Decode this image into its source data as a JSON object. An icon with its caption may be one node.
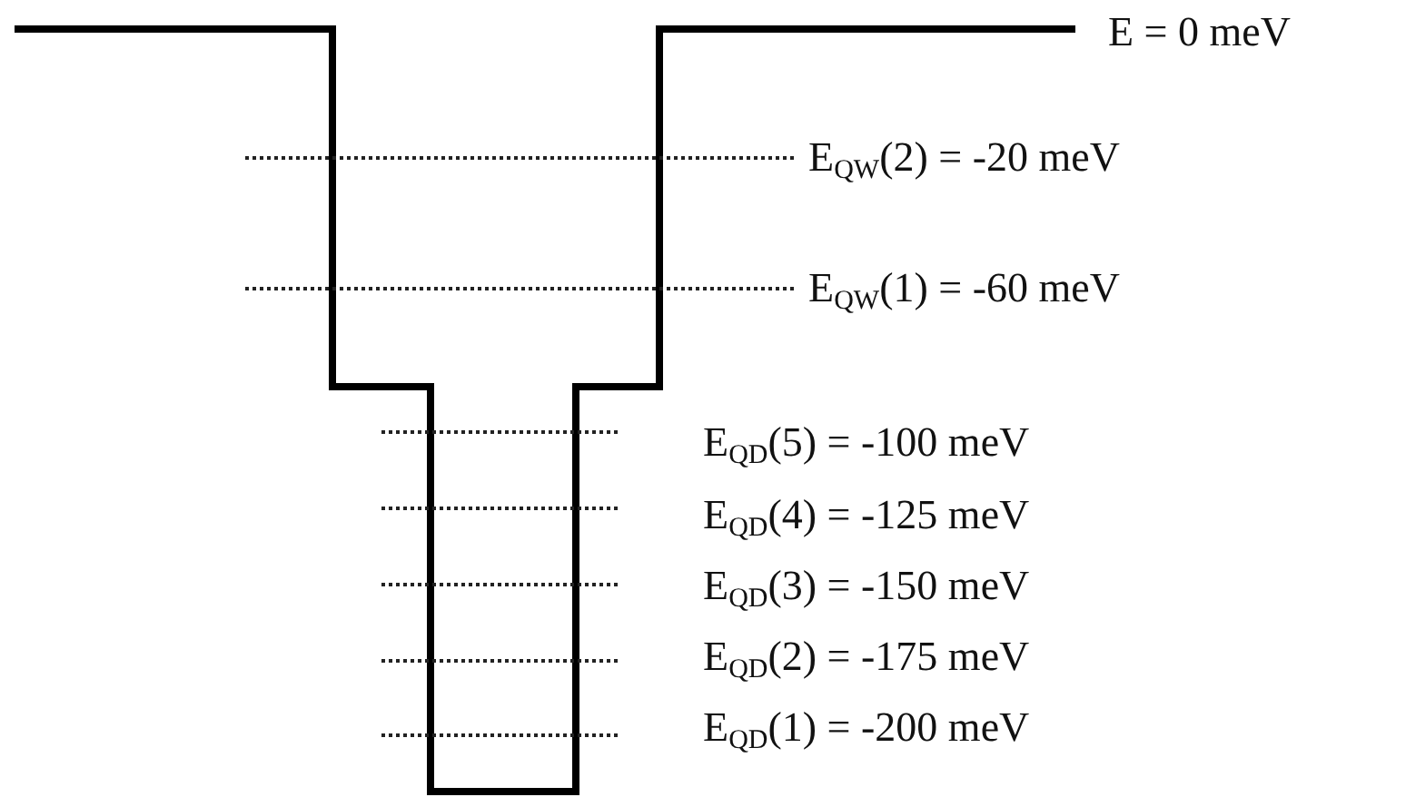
{
  "diagram": {
    "labels": [
      "E = 0 meV",
      "E$_{QW}$(2) = -20 meV",
      "E$_{QW}$(1) = -60 meV",
      "E$_{QD}$(5) = -100 meV",
      "E$_{QD}$(4) = -125 meV",
      "E$_{QD}$(3) = -150 meV",
      "E$_{QD}$(2) = -175 meV",
      "E$_{QD}$(1) = -200 meV"
    ]
  }
}
